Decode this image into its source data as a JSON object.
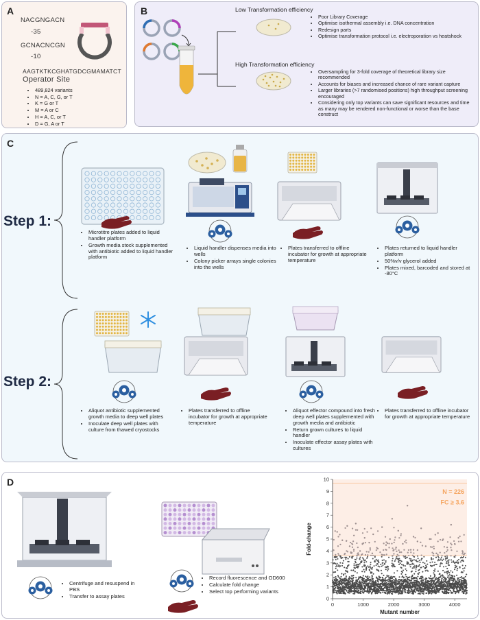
{
  "panelA": {
    "label": "A",
    "seq1": "NACGNGACN",
    "pos1": "-35",
    "seq2": "GCNACNCGN",
    "pos2": "-10",
    "seq3": "AAGTKTKCGHATGDCGMAMATCT",
    "operator": "Operator Site",
    "bullets": [
      "489,824 variants",
      "N = A, C, G, or T",
      "K = G or T",
      "M = A or C",
      "H = A, C, or T",
      "D = G, A or T"
    ]
  },
  "panelB": {
    "label": "B",
    "low_title": "Low Transformation efficiency",
    "low_bullets": [
      "Poor Library Coverage",
      "Optimise isothermal assembly i.e. DNA concentration",
      "Redesign parts",
      "Optimise transformation protocol i.e. electroporation vs heatshock"
    ],
    "high_title": "High Transformation efficiency",
    "high_bullets": [
      "Oversampling for 3-fold coverage of theoretical library size recommended",
      "Accounts for biases and increased chance of rare variant capture",
      "Larger libraries (>7 randomised positions) high throughput screening encouraged",
      "Considering only top variants can save significant resources and time as many may be rendered non-functional or worse than the base construct"
    ]
  },
  "panelC": {
    "label": "C",
    "step1": "Step 1:",
    "step2": "Step 2:",
    "s1": [
      [
        "Microtitre plates added to liquid handler platform",
        "Growth media stock supplemented with antibiotic added to liquid handler platform"
      ],
      [
        "Liquid handler dispenses media into wells",
        "Colony picker arrays single colonies into the wells"
      ],
      [
        "Plates transferred to offline incubator for growth at appropriate temperature"
      ],
      [
        "Plates returned to liquid handler platform",
        "50%v/v glycerol added",
        "Plates mixed, barcoded and stored at -80°C"
      ]
    ],
    "s2": [
      [
        "Aliquot antibiotic supplemented growth media to deep well plates",
        "Inoculate deep well plates with culture from thawed cryostocks"
      ],
      [
        "Plates transferred to offline incubator for growth at appropriate temperature"
      ],
      [
        "Aliquot effector compound into fresh deep well plates supplemented with growth media and antibiotic",
        "Return grown cultures to liquid handler",
        "Inoculate effector assay plates with cultures"
      ],
      [
        "Plates transferred to offline incubator for growth at appropriate temperature"
      ]
    ]
  },
  "panelD": {
    "label": "D",
    "bullets1": [
      "Centrifuge and resuspend in PBS",
      "Transfer to assay plates"
    ],
    "bullets2": [
      "Record fluorescence and OD600",
      "Calculate fold change",
      "Select top performing variants"
    ]
  },
  "colors": {
    "panelA_bg": "#fbf3ee",
    "panelB_bg": "#efedf9",
    "panelC_bg": "#f1f8fc",
    "gear": "#2b5fa0",
    "hand": "#7a1f24",
    "highlight": "#f5a35c"
  },
  "chart_data": {
    "type": "scatter",
    "xlabel": "Mutant number",
    "ylabel": "Fold-change",
    "xlim": [
      0,
      4400
    ],
    "ylim": [
      0,
      10
    ],
    "xticks": [
      0,
      1000,
      2000,
      3000,
      4000
    ],
    "yticks": [
      0,
      1,
      2,
      3,
      4,
      5,
      6,
      7,
      8,
      9,
      10
    ],
    "threshold": 3.6,
    "n_points": 4400,
    "annotations": [
      "N = 226",
      "FC ≥ 3.6"
    ],
    "series": [
      {
        "points": [
          [
            150,
            5.6
          ],
          [
            320,
            4.9
          ],
          [
            480,
            6.1
          ],
          [
            560,
            4.4
          ],
          [
            700,
            5.3
          ],
          [
            760,
            6.3
          ],
          [
            900,
            4.0
          ],
          [
            1050,
            5.1
          ],
          [
            1200,
            4.7
          ],
          [
            1330,
            5.4
          ],
          [
            1480,
            4.2
          ],
          [
            1620,
            6.0
          ],
          [
            1750,
            4.5
          ],
          [
            1880,
            5.0
          ],
          [
            1950,
            6.7
          ],
          [
            2080,
            4.3
          ],
          [
            2150,
            5.7
          ],
          [
            2300,
            4.6
          ],
          [
            2450,
            7.8
          ],
          [
            2560,
            4.1
          ],
          [
            2650,
            5.2
          ],
          [
            2780,
            4.8
          ],
          [
            2900,
            5.9
          ],
          [
            3050,
            4.4
          ],
          [
            3180,
            5.0
          ],
          [
            3320,
            4.2
          ],
          [
            3450,
            5.5
          ],
          [
            3600,
            4.9
          ],
          [
            3750,
            4.3
          ],
          [
            3880,
            6.2
          ],
          [
            4000,
            4.6
          ],
          [
            4120,
            5.1
          ],
          [
            4250,
            4.0
          ],
          [
            600,
            3.9
          ],
          [
            1300,
            3.8
          ],
          [
            2200,
            3.9
          ],
          [
            3400,
            3.8
          ],
          [
            4300,
            3.7
          ]
        ]
      }
    ]
  }
}
